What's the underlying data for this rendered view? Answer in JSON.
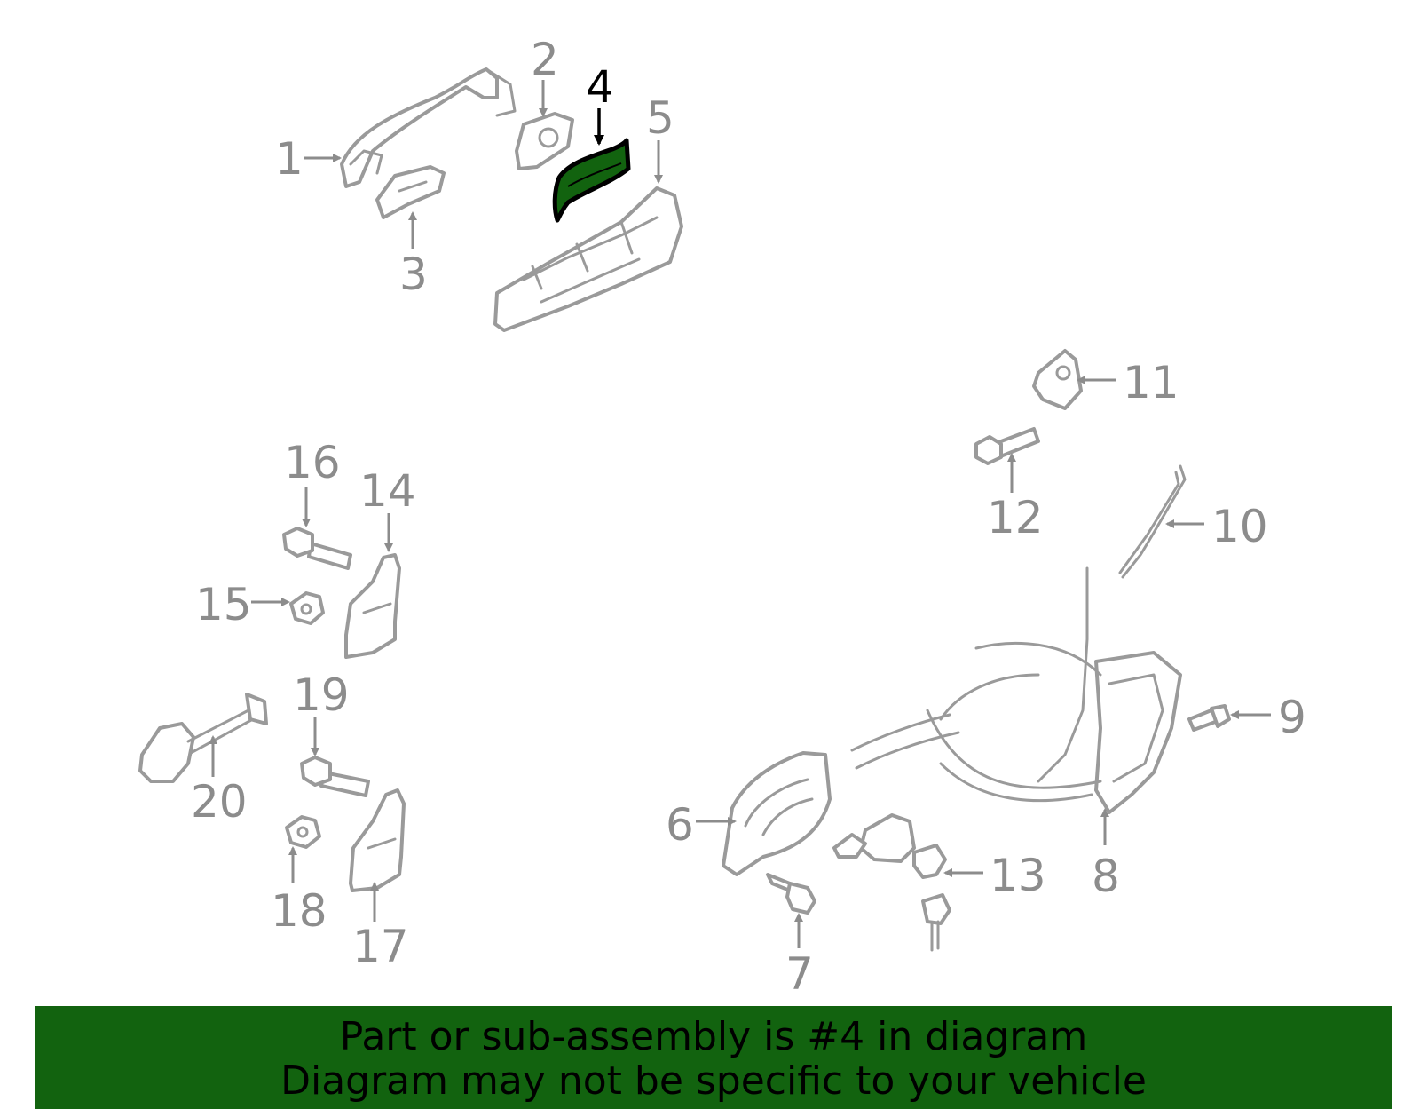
{
  "callouts": {
    "c1": "1",
    "c2": "2",
    "c3": "3",
    "c4": "4",
    "c5": "5",
    "c6": "6",
    "c7": "7",
    "c8": "8",
    "c9": "9",
    "c10": "10",
    "c11": "11",
    "c12": "12",
    "c13": "13",
    "c14": "14",
    "c15": "15",
    "c16": "16",
    "c17": "17",
    "c18": "18",
    "c19": "19",
    "c20": "20"
  },
  "highlighted_part": "4",
  "banner": {
    "line1": "Part or sub-assembly is #4 in diagram",
    "line2": "Diagram may not be specific to your vehicle"
  },
  "colors": {
    "highlight_fill": "#12630f",
    "banner_bg": "#12630f",
    "part_stroke": "#9a9a9a",
    "callout_text": "#8c8c8c",
    "highlight_text": "#000000"
  }
}
